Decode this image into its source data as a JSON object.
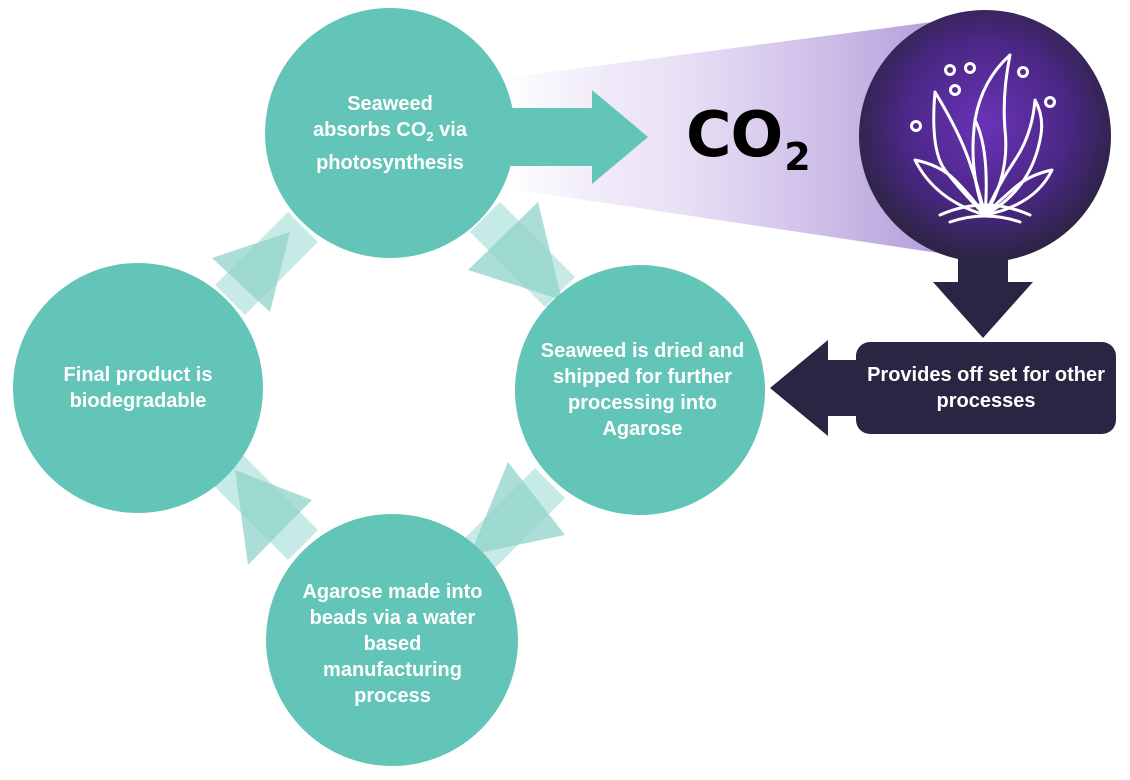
{
  "nodes": {
    "absorb": {
      "line1": "Seaweed",
      "line2": "absorbs CO",
      "line2_sub": "2",
      "line2_end": " via",
      "line3": "photosynthesis"
    },
    "dried": {
      "text": "Seaweed is dried and shipped for further processing into Agarose"
    },
    "beads": {
      "text": "Agarose made into beads via a water based manufacturing process"
    },
    "biodegradable": {
      "text": "Final product is biodegradable"
    }
  },
  "co2": {
    "main": "CO",
    "subscript": "2"
  },
  "offset_box": {
    "text": "Provides off set for other processes"
  },
  "icons": {
    "seaweed": "seaweed-bubbles-icon"
  },
  "colors": {
    "teal": "#63c5b8",
    "teal_light": "#c6ebe6",
    "purple_dark": "#2b2442",
    "purple_mid": "#5c2b9e",
    "purple_light": "#c9b5e6"
  }
}
